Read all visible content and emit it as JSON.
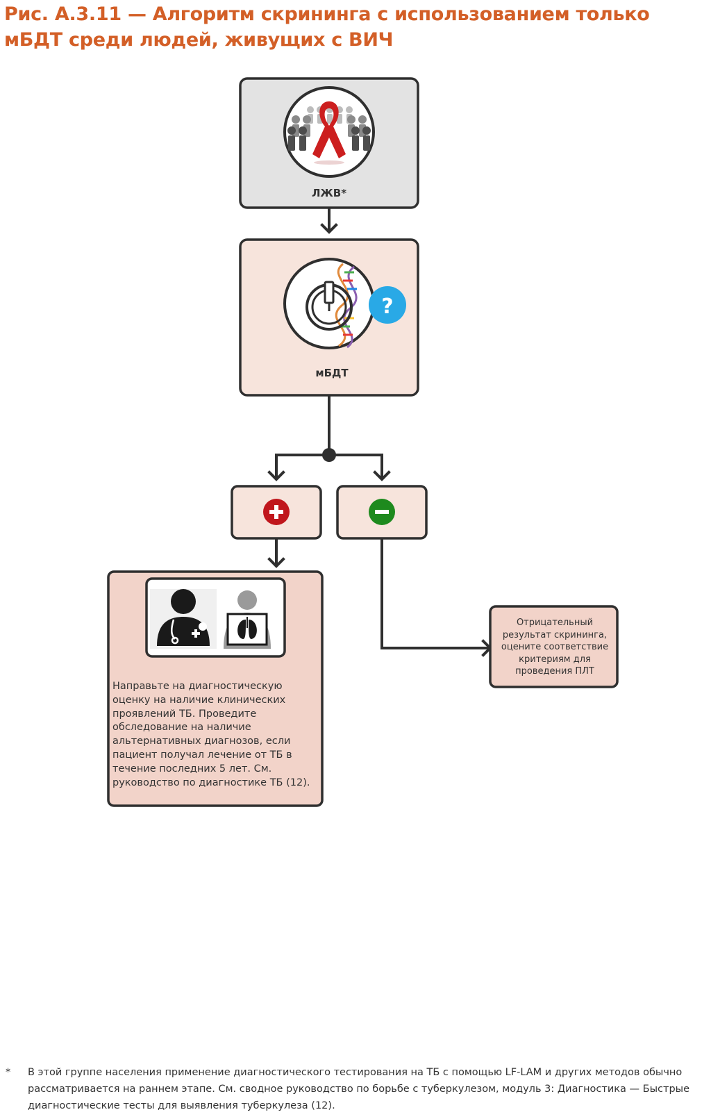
{
  "title": "Рис. А.3.11 — Алгоритм скрининга с использованием только мБДТ среди людей, живущих с ВИЧ",
  "nodes": {
    "plhiv": {
      "label": "ЛЖВ*",
      "icon": "people-hiv-ribbon-icon"
    },
    "mwrd": {
      "label": "мБДТ",
      "icon": "molecular-test-dna-icon",
      "badge": "?"
    },
    "positive": {
      "symbol": "plus",
      "color": "#c0161c"
    },
    "negative": {
      "symbol": "minus",
      "color": "#1e8a1e"
    },
    "referral": {
      "icons": [
        "doctor-icon",
        "chest-xray-icon"
      ],
      "text": "Направьте на диагностическую оценку на наличие клинических проявлений ТБ. Проведите обследование на наличие альтернативных диагнозов, если пациент получал лечение от ТБ в течение последних 5 лет. См. руководство по диагностике ТБ (12)."
    },
    "negative_result": {
      "text": "Отрицательный результат скрининга, оцените соответствие критериям для проведения ПЛТ"
    }
  },
  "colors": {
    "title": "#d35f27",
    "box_gray": "#e3e3e3",
    "box_pink": "#f7e4dc",
    "box_pink_dark": "#f2d3c9",
    "stroke": "#2f2f2f",
    "badge_blue": "#29a9e6"
  },
  "footnote": {
    "mark": "*",
    "text": "В этой группе населения применение диагностического тестирования на ТБ с помощью LF-LAM и других методов обычно рассматривается на раннем этапе. См. сводное руководство по борьбе с туберкулезом, модуль 3: Диагностика — Быстрые диагностические тесты для выявления туберкулеза (12)."
  }
}
